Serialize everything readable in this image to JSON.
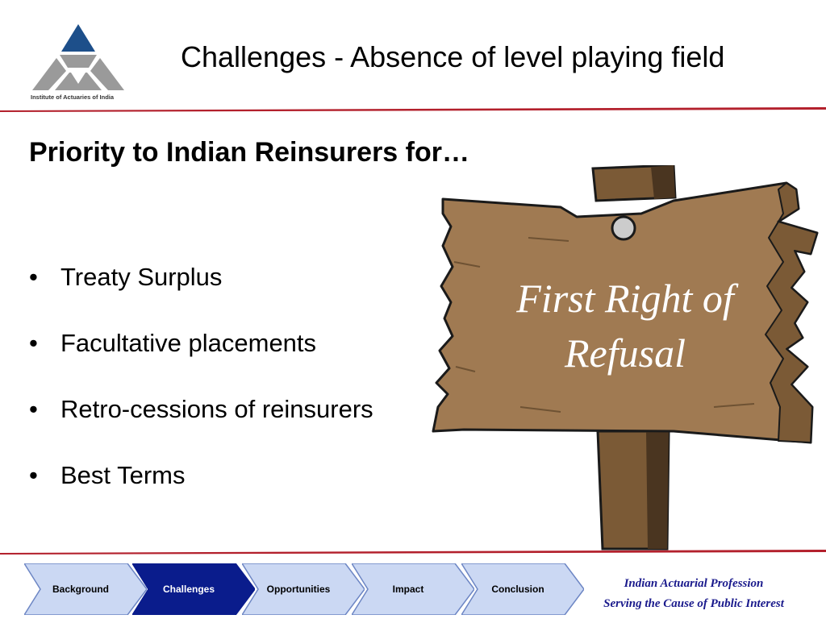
{
  "logo": {
    "caption": "Institute of Actuaries of India"
  },
  "title": "Challenges - Absence of level playing field",
  "heading": "Priority to Indian Reinsurers for…",
  "bullets": [
    "Treaty Surplus",
    "Facultative placements",
    "Retro-cessions of reinsurers",
    "Best Terms"
  ],
  "sign": {
    "line1": "First Right of",
    "line2": "Refusal"
  },
  "nav": {
    "items": [
      "Background",
      "Challenges",
      "Opportunities",
      "Impact",
      "Conclusion"
    ],
    "active": "Challenges"
  },
  "footer": {
    "line1": "Indian Actuarial Profession",
    "line2": "Serving the Cause of Public Interest"
  },
  "colors": {
    "rule": "#b3202c",
    "nav_inactive": "#cbd8f3",
    "nav_active": "#0a1c8c",
    "tagline": "#1a1a8c",
    "logo_blue": "#1d4f8a",
    "logo_grey": "#9a9a9a",
    "sign_board": "#a07a52",
    "post": "#7b5a36"
  }
}
